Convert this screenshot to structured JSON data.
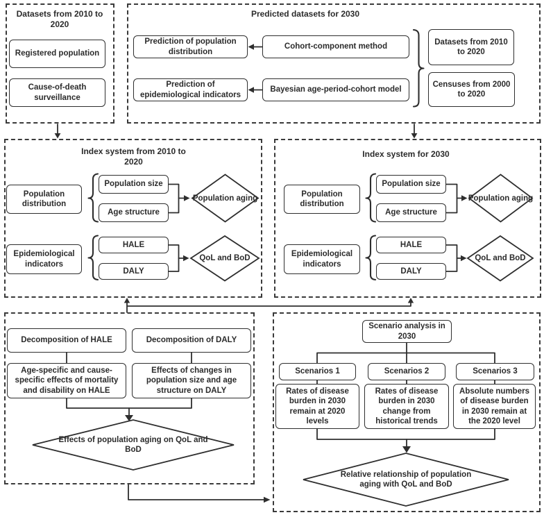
{
  "colors": {
    "line": "#2e2e2e",
    "text": "#2b2b2b",
    "background": "#ffffff"
  },
  "panels": {
    "top_left": {
      "title": "Datasets from 2010 to 2020",
      "registered": "Registered population",
      "cause_of_death": "Cause-of-death surveillance"
    },
    "top_right": {
      "title": "Predicted datasets for 2030",
      "pred_pop": "Prediction of population distribution",
      "cohort_method": "Cohort-component method",
      "pred_epi": "Prediction of epidemiological indicators",
      "bayesian_model": "Bayesian age-period-cohort model",
      "datasets": "Datasets from 2010 to 2020",
      "censuses": "Censuses from 2000 to 2020"
    },
    "index_left": {
      "title": "Index system from 2010 to 2020",
      "pop_dist": "Population distribution",
      "pop_size": "Population size",
      "age_structure": "Age structure",
      "diamond_pop": "Population aging",
      "epi_ind": "Epidemiological indicators",
      "hale": "HALE",
      "daly": "DALY",
      "diamond_qol": "QoL and BoD"
    },
    "index_right": {
      "title": "Index system for 2030",
      "pop_dist": "Population distribution",
      "pop_size": "Population size",
      "age_structure": "Age structure",
      "diamond_pop": "Population aging",
      "epi_ind": "Epidemiological indicators",
      "hale": "HALE",
      "daly": "DALY",
      "diamond_qol": "QoL and BoD"
    },
    "decomposition": {
      "decomp_hale": "Decomposition of HALE",
      "decomp_daly": "Decomposition of DALY",
      "effects_hale": "Age-specific and cause-specific effects of mortality and disability on HALE",
      "effects_daly": "Effects of changes in population size and age structure on DALY",
      "diamond": "Effects of population aging on QoL and BoD"
    },
    "scenario": {
      "title": "Scenario analysis in 2030",
      "s1": "Scenarios 1",
      "s2": "Scenarios 2",
      "s3": "Scenarios 3",
      "d1": "Rates of disease burden in 2030 remain at 2020 levels",
      "d2": "Rates of disease burden in 2030 change from historical trends",
      "d3": "Absolute numbers of disease burden in 2030 remain at the 2020 level",
      "diamond": "Relative relationship of population aging with QoL and BoD"
    }
  }
}
